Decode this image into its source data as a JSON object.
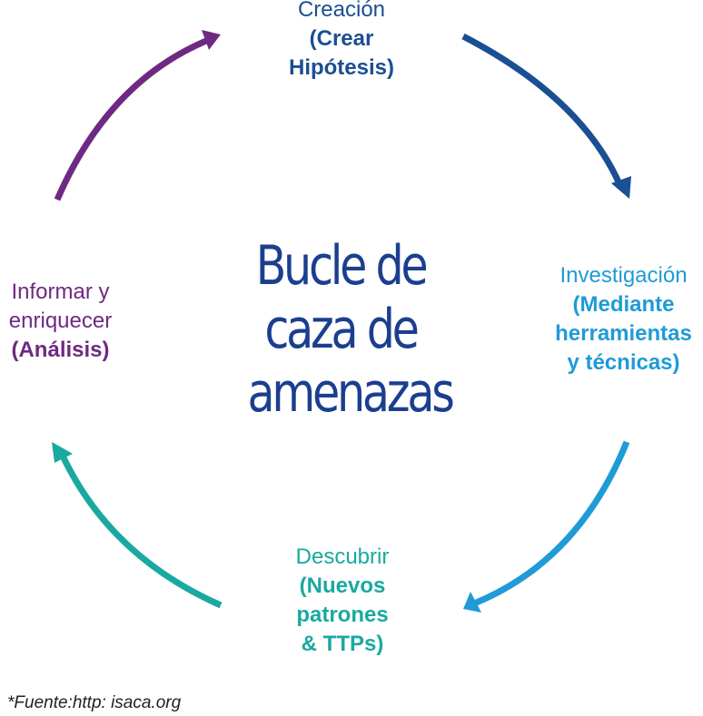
{
  "colors": {
    "creation": "#1b4f93",
    "investigation": "#1f9bd7",
    "discovery": "#19a9a0",
    "inform": "#6e2a82",
    "center_title": "#1b3f8f",
    "source_note": "#222222"
  },
  "center": {
    "line1": "Bucle de",
    "line2": "caza de",
    "line3": "amenazas"
  },
  "nodes": {
    "creation": {
      "line1": "Creación",
      "line2": "(Crear",
      "line3": "Hipótesis)"
    },
    "investigation": {
      "line1": "Investigación",
      "line2": "(Mediante",
      "line3": "herramientas",
      "line4": "y técnicas)"
    },
    "discovery": {
      "line1": "Descubrir",
      "line2": "(Nuevos",
      "line3": "patrones",
      "line4": "& TTPs)"
    },
    "inform": {
      "line1": "Informar y",
      "line2": "enriquecer",
      "line3": "(Análisis)"
    }
  },
  "source": {
    "text": "*Fuente:http: isaca.org"
  }
}
